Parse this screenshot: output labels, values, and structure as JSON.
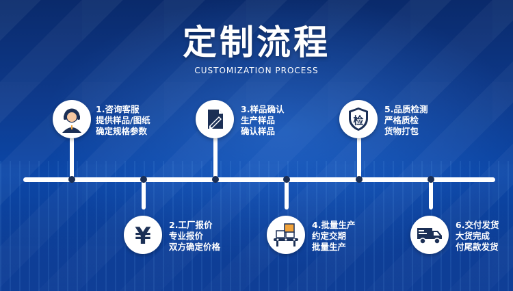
{
  "header": {
    "title": "定制流程",
    "subtitle": "CUSTOMIZATION PROCESS"
  },
  "steps": [
    {
      "lines": [
        "1.咨询客服",
        "提供样品/图纸",
        "确定规格参数"
      ],
      "icon": "customer-service-icon"
    },
    {
      "lines": [
        "2.工厂报价",
        "专业报价",
        "双方确定价格"
      ],
      "icon": "yen-icon"
    },
    {
      "lines": [
        "3.样品确认",
        "生产样品",
        "确认样品"
      ],
      "icon": "edit-document-icon"
    },
    {
      "lines": [
        "4.批量生产",
        "约定交期",
        "批量生产"
      ],
      "icon": "conveyor-icon"
    },
    {
      "lines": [
        "5.品质检测",
        "严格质检",
        "货物打包"
      ],
      "icon": "inspection-shield-icon",
      "badge": "检"
    },
    {
      "lines": [
        "6.交付发货",
        "大货完成",
        "付尾款发货"
      ],
      "icon": "delivery-truck-icon"
    }
  ],
  "colors": {
    "background": "#0b3d96",
    "timeline": "#ffffff",
    "icon_dark": "#1b2f55",
    "accent_orange": "#f2a33a"
  }
}
